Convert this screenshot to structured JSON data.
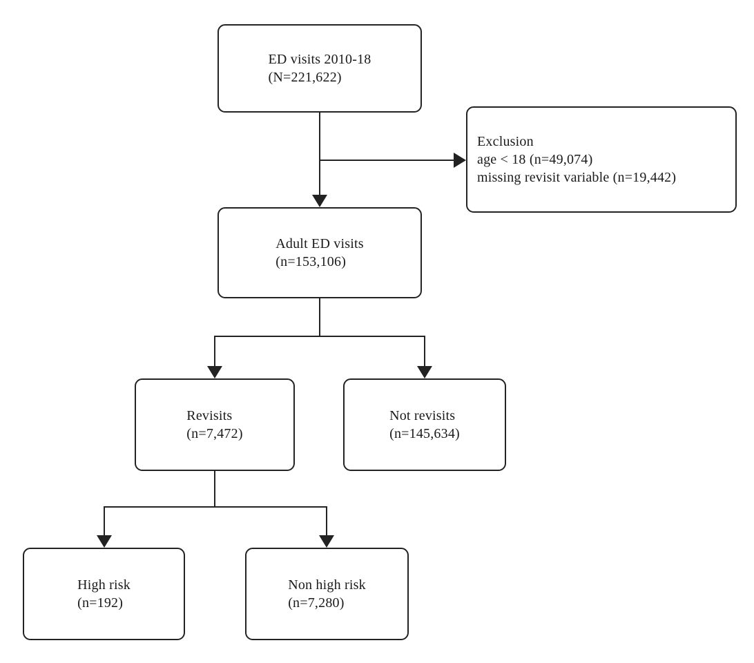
{
  "diagram_type": "patient-flow-flowchart",
  "colors": {
    "background": "#ffffff",
    "box_border": "#222222",
    "connector": "#222222",
    "text": "#1a1a1a"
  },
  "nodes": {
    "ed_visits": {
      "lines": [
        "ED visits 2010-18",
        "(N=221,622)"
      ]
    },
    "exclusion": {
      "lines": [
        "Exclusion",
        "age < 18 (n=49,074)",
        "missing revisit variable (n=19,442)"
      ]
    },
    "adult_ed_visits": {
      "lines": [
        "Adult ED visits",
        "(n=153,106)"
      ]
    },
    "revisits": {
      "lines": [
        "Revisits",
        "(n=7,472)"
      ]
    },
    "not_revisits": {
      "lines": [
        "Not revisits",
        "(n=145,634)"
      ]
    },
    "high_risk": {
      "lines": [
        "High risk",
        "(n=192)"
      ]
    },
    "non_high_risk": {
      "lines": [
        "Non high risk",
        "(n=7,280)"
      ]
    }
  }
}
